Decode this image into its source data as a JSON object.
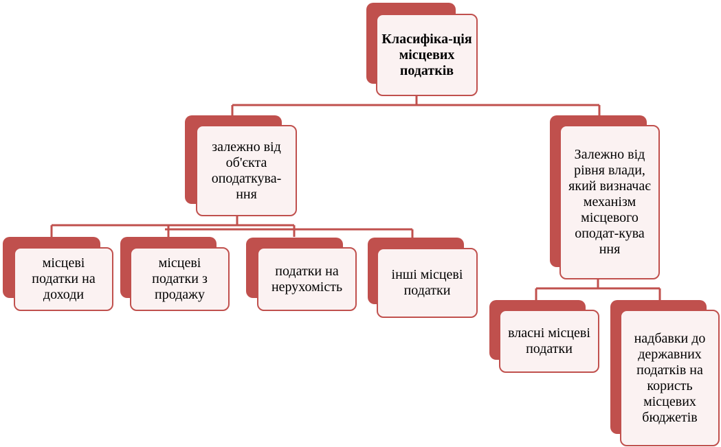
{
  "root": {
    "label": "Класифіка-ція місцевих податків"
  },
  "branches": [
    {
      "label": "залежно від об'єкта оподаткува-ння",
      "children": [
        "місцеві податки на доходи",
        "місцеві податки з продажу",
        "податки на нерухомість",
        "інші місцеві податки"
      ]
    },
    {
      "label": "Залежно від рівня влади, який визначає механізм місцевого оподат-кува ння",
      "children": [
        "власні місцеві податки",
        "надбавки до державних податків на користь місцевих бюджетів"
      ]
    }
  ],
  "colors": {
    "accent": "#c0504d",
    "node_fill": "#fbf2f2"
  }
}
